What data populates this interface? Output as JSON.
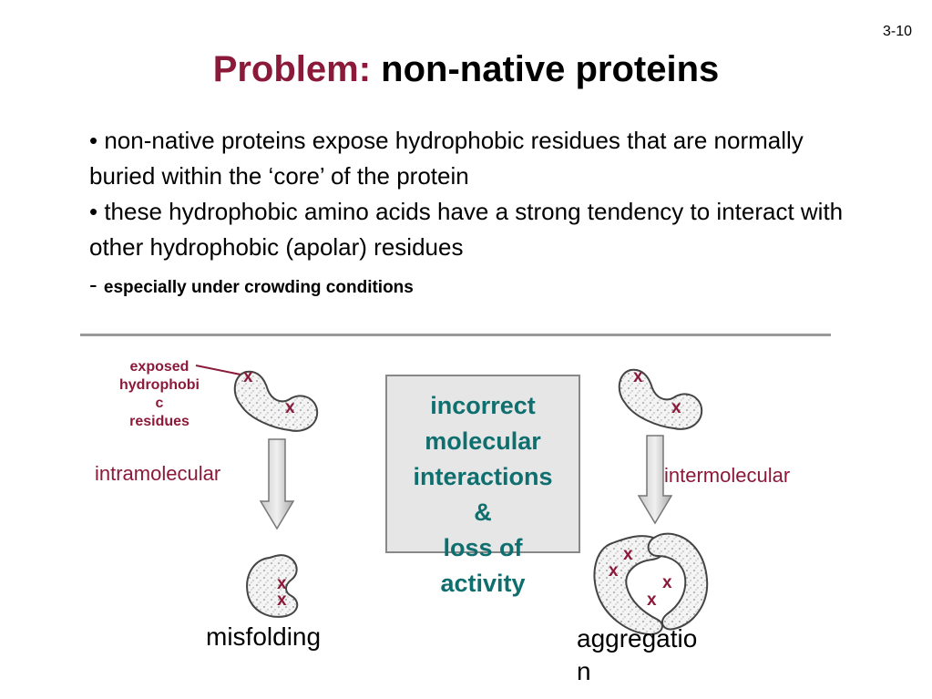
{
  "page_number": "3-10",
  "title": {
    "lead": "Problem:",
    "rest": " non-native proteins"
  },
  "bullets": [
    "• non-native proteins expose hydrophobic residues that are normally buried within the ‘core’ of the protein",
    "• these hydrophobic amino acids have a strong tendency to interact with other hydrophobic (apolar) residues"
  ],
  "sub_bullet": {
    "dash": "-",
    "text": "especially under crowding conditions"
  },
  "diagram": {
    "exposed_label": [
      "exposed",
      "hydrophobi",
      "c",
      "residues"
    ],
    "left_label": "intramolecular",
    "right_label": "intermolecular",
    "center_lines": [
      "incorrect",
      "molecular",
      "interactions",
      "&",
      "loss of",
      "activity"
    ],
    "misfolding": "misfolding",
    "aggregation": [
      "aggregatio",
      "n"
    ],
    "marker": "x",
    "colors": {
      "accent": "#8b1a3a",
      "center_text": "#0f6e6e",
      "box": "#e6e6e6"
    }
  }
}
